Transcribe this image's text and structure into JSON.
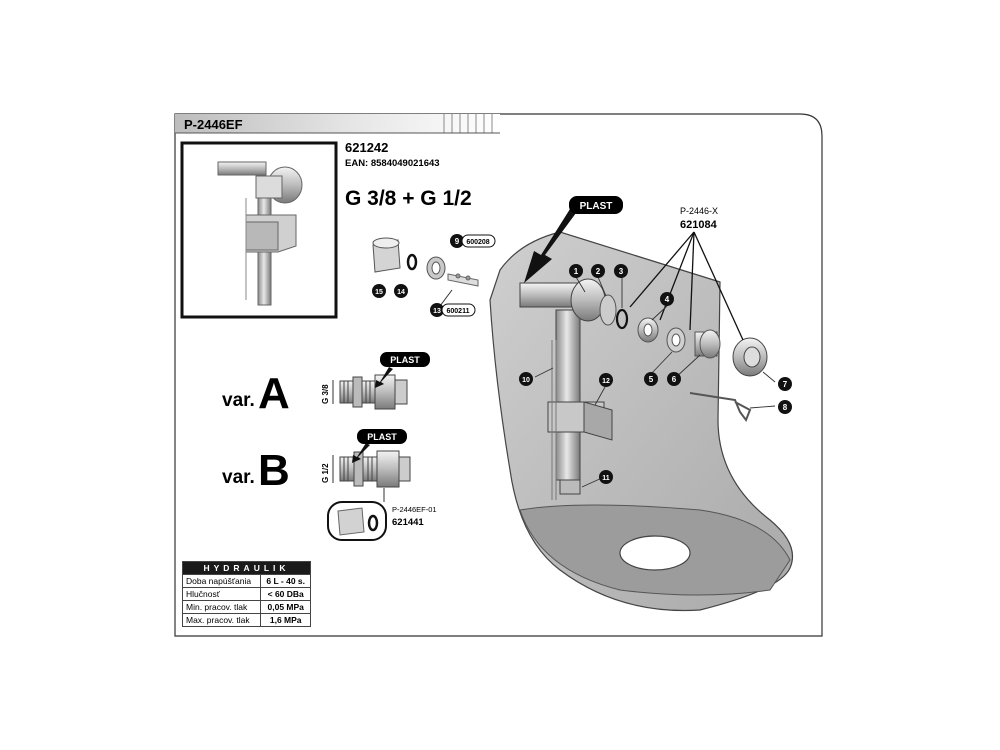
{
  "product": {
    "model": "P-2446EF",
    "code": "621242",
    "ean": "EAN: 8584049021643",
    "thread": "G 3/8 + G 1/2"
  },
  "labels": {
    "plast_main": "PLAST",
    "plast_a": "PLAST",
    "plast_b": "PLAST",
    "var_prefix_a": "var.",
    "var_letter_a": "A",
    "var_prefix_b": "var.",
    "var_letter_b": "B",
    "thread_a": "G 3/8",
    "thread_b": "G 1/2"
  },
  "kits": {
    "x_model": "P-2446-X",
    "x_code": "621084",
    "ef01_model": "P-2446EF-01",
    "ef01_code": "621441"
  },
  "parts": {
    "p1": "1",
    "p2": "2",
    "p3": "3",
    "p4": "4",
    "p5": "5",
    "p6": "6",
    "p7": "7",
    "p8": "8",
    "p10": "10",
    "p11": "11",
    "p12": "12",
    "p13": "13",
    "p14": "14",
    "p15": "15",
    "p9": "9",
    "p9_code": "600208",
    "p13_code": "600211"
  },
  "hydraulik": {
    "title": "HYDRAULIK",
    "rows": [
      {
        "label": "Doba napúšťania",
        "value": "6 L - 40 s."
      },
      {
        "label": "Hlučnosť",
        "value": "< 60 DBa"
      },
      {
        "label": "Min. pracov. tlak",
        "value": "0,05 MPa"
      },
      {
        "label": "Max. pracov. tlak",
        "value": "1,6 MPa"
      }
    ]
  }
}
